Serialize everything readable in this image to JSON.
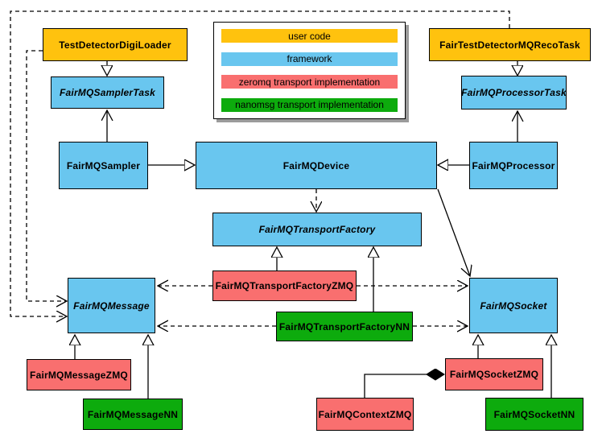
{
  "colors": {
    "user_code": "#FFC20E",
    "framework": "#69C6EF",
    "zeromq": "#F96F6F",
    "nanomsg": "#0DAB0D"
  },
  "legend": {
    "items": [
      {
        "label": "user code",
        "color": "#FFC20E"
      },
      {
        "label": "framework",
        "color": "#69C6EF"
      },
      {
        "label": "zeromq transport implementation",
        "color": "#F96F6F"
      },
      {
        "label": "nanomsg transport implementation",
        "color": "#0DAB0D"
      }
    ]
  },
  "nodes": {
    "test_detector_digi_loader": {
      "label": "TestDetectorDigiLoader",
      "category": "user_code",
      "abstract": false
    },
    "fair_test_detector_mq_reco_task": {
      "label": "FairTestDetectorMQRecoTask",
      "category": "user_code",
      "abstract": false
    },
    "fairmq_sampler_task": {
      "label": "FairMQSamplerTask",
      "category": "framework",
      "abstract": true
    },
    "fairmq_processor_task": {
      "label": "FairMQProcessorTask",
      "category": "framework",
      "abstract": true
    },
    "fairmq_sampler": {
      "label": "FairMQSampler",
      "category": "framework",
      "abstract": false
    },
    "fairmq_device": {
      "label": "FairMQDevice",
      "category": "framework",
      "abstract": false
    },
    "fairmq_processor": {
      "label": "FairMQProcessor",
      "category": "framework",
      "abstract": false
    },
    "fairmq_transport_factory": {
      "label": "FairMQTransportFactory",
      "category": "framework",
      "abstract": true
    },
    "fairmq_transport_factory_zmq": {
      "label": "FairMQTransportFactoryZMQ",
      "category": "zeromq",
      "abstract": false
    },
    "fairmq_transport_factory_nn": {
      "label": "FairMQTransportFactoryNN",
      "category": "nanomsg",
      "abstract": false
    },
    "fairmq_message": {
      "label": "FairMQMessage",
      "category": "framework",
      "abstract": true
    },
    "fairmq_socket": {
      "label": "FairMQSocket",
      "category": "framework",
      "abstract": true
    },
    "fairmq_message_zmq": {
      "label": "FairMQMessageZMQ",
      "category": "zeromq",
      "abstract": false
    },
    "fairmq_message_nn": {
      "label": "FairMQMessageNN",
      "category": "nanomsg",
      "abstract": false
    },
    "fairmq_socket_zmq": {
      "label": "FairMQSocketZMQ",
      "category": "zeromq",
      "abstract": false
    },
    "fairmq_socket_nn": {
      "label": "FairMQSocketNN",
      "category": "nanomsg",
      "abstract": false
    },
    "fairmq_context_zmq": {
      "label": "FairMQContextZMQ",
      "category": "zeromq",
      "abstract": false
    }
  },
  "edges": [
    {
      "from": "TestDetectorDigiLoader",
      "to": "FairMQSamplerTask",
      "type": "generalization"
    },
    {
      "from": "FairTestDetectorMQRecoTask",
      "to": "FairMQProcessorTask",
      "type": "generalization"
    },
    {
      "from": "FairMQSampler",
      "to": "FairMQDevice",
      "type": "generalization"
    },
    {
      "from": "FairMQProcessor",
      "to": "FairMQDevice",
      "type": "generalization"
    },
    {
      "from": "FairMQSampler",
      "to": "FairMQSamplerTask",
      "type": "association"
    },
    {
      "from": "FairMQProcessor",
      "to": "FairMQProcessorTask",
      "type": "association"
    },
    {
      "from": "FairMQDevice",
      "to": "FairMQTransportFactory",
      "type": "dependency"
    },
    {
      "from": "FairMQDevice",
      "to": "FairMQSocket",
      "type": "association"
    },
    {
      "from": "TestDetectorDigiLoader",
      "to": "FairMQMessage",
      "type": "dependency"
    },
    {
      "from": "FairTestDetectorMQRecoTask",
      "to": "FairMQMessage",
      "type": "dependency"
    },
    {
      "from": "FairMQTransportFactoryZMQ",
      "to": "FairMQTransportFactory",
      "type": "generalization"
    },
    {
      "from": "FairMQTransportFactoryNN",
      "to": "FairMQTransportFactory",
      "type": "generalization"
    },
    {
      "from": "FairMQTransportFactoryZMQ",
      "to": "FairMQMessage",
      "type": "dependency"
    },
    {
      "from": "FairMQTransportFactoryZMQ",
      "to": "FairMQSocket",
      "type": "dependency"
    },
    {
      "from": "FairMQTransportFactoryNN",
      "to": "FairMQMessage",
      "type": "dependency"
    },
    {
      "from": "FairMQTransportFactoryNN",
      "to": "FairMQSocket",
      "type": "dependency"
    },
    {
      "from": "FairMQMessageZMQ",
      "to": "FairMQMessage",
      "type": "generalization"
    },
    {
      "from": "FairMQMessageNN",
      "to": "FairMQMessage",
      "type": "generalization"
    },
    {
      "from": "FairMQSocketZMQ",
      "to": "FairMQSocket",
      "type": "generalization"
    },
    {
      "from": "FairMQSocketNN",
      "to": "FairMQSocket",
      "type": "generalization"
    },
    {
      "from": "FairMQContextZMQ",
      "to": "FairMQSocketZMQ",
      "type": "composition"
    }
  ]
}
